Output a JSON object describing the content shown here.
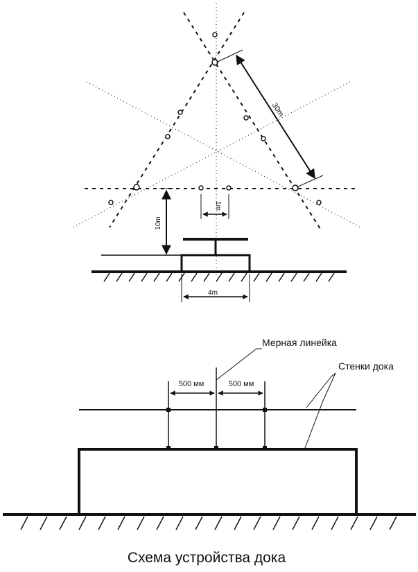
{
  "top_scheme": {
    "dim_diagonal": "30m",
    "dim_height": "10m",
    "dim_spacing": "1m",
    "dim_dock_width": "4m"
  },
  "bottom_scheme": {
    "label_ruler": "Мерная линейка",
    "label_walls": "Стенки дока",
    "dim_left": "500 мм",
    "dim_right": "500 мм"
  },
  "caption": "Схема устройства дока",
  "colors": {
    "ink": "#111111",
    "background": "#ffffff"
  }
}
